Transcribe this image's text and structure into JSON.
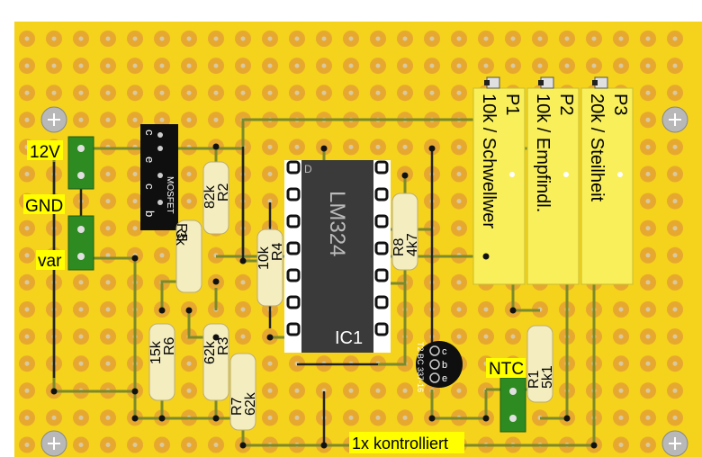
{
  "board": {
    "colors": {
      "board": "#f5d21c",
      "pad": "#e7a830",
      "pad_hole": "#d9c9a0",
      "trace": "#7b8a2a",
      "wire": "#1a1a1a",
      "resistor": "#f4edc0",
      "pot": "#f8ef5a",
      "connector": "#2e8b22",
      "chip": "#3a3a3a",
      "label_bg": "#ffff00"
    }
  },
  "connectors": {
    "power_label": "12V",
    "gnd_label": "GND",
    "var_label": "var",
    "ntc_label": "NTC"
  },
  "mosfet": {
    "pins": [
      "c",
      "e",
      "c",
      "b"
    ],
    "label": "MOSFET"
  },
  "resistors": [
    {
      "id": "R2",
      "value": "82k"
    },
    {
      "id": "R5",
      "value": "3k"
    },
    {
      "id": "R4",
      "value": "10k"
    },
    {
      "id": "R6",
      "value": "15k"
    },
    {
      "id": "R3",
      "value": "62k"
    },
    {
      "id": "R7",
      "value": "62k"
    },
    {
      "id": "R8",
      "value": "4k7"
    },
    {
      "id": "R1",
      "value": "5k1"
    }
  ],
  "ic": {
    "name": "LM324",
    "ref": "IC1"
  },
  "transistor": {
    "label": "T2 BC 337-16",
    "pins": [
      "c",
      "b",
      "e"
    ]
  },
  "pots": [
    {
      "id": "P1",
      "desc": "10k / Schwellwer"
    },
    {
      "id": "P2",
      "desc": "10k / Empfindl."
    },
    {
      "id": "P3",
      "desc": "20k / Steilheit"
    }
  ],
  "footer_note": "1x kontrolliert"
}
